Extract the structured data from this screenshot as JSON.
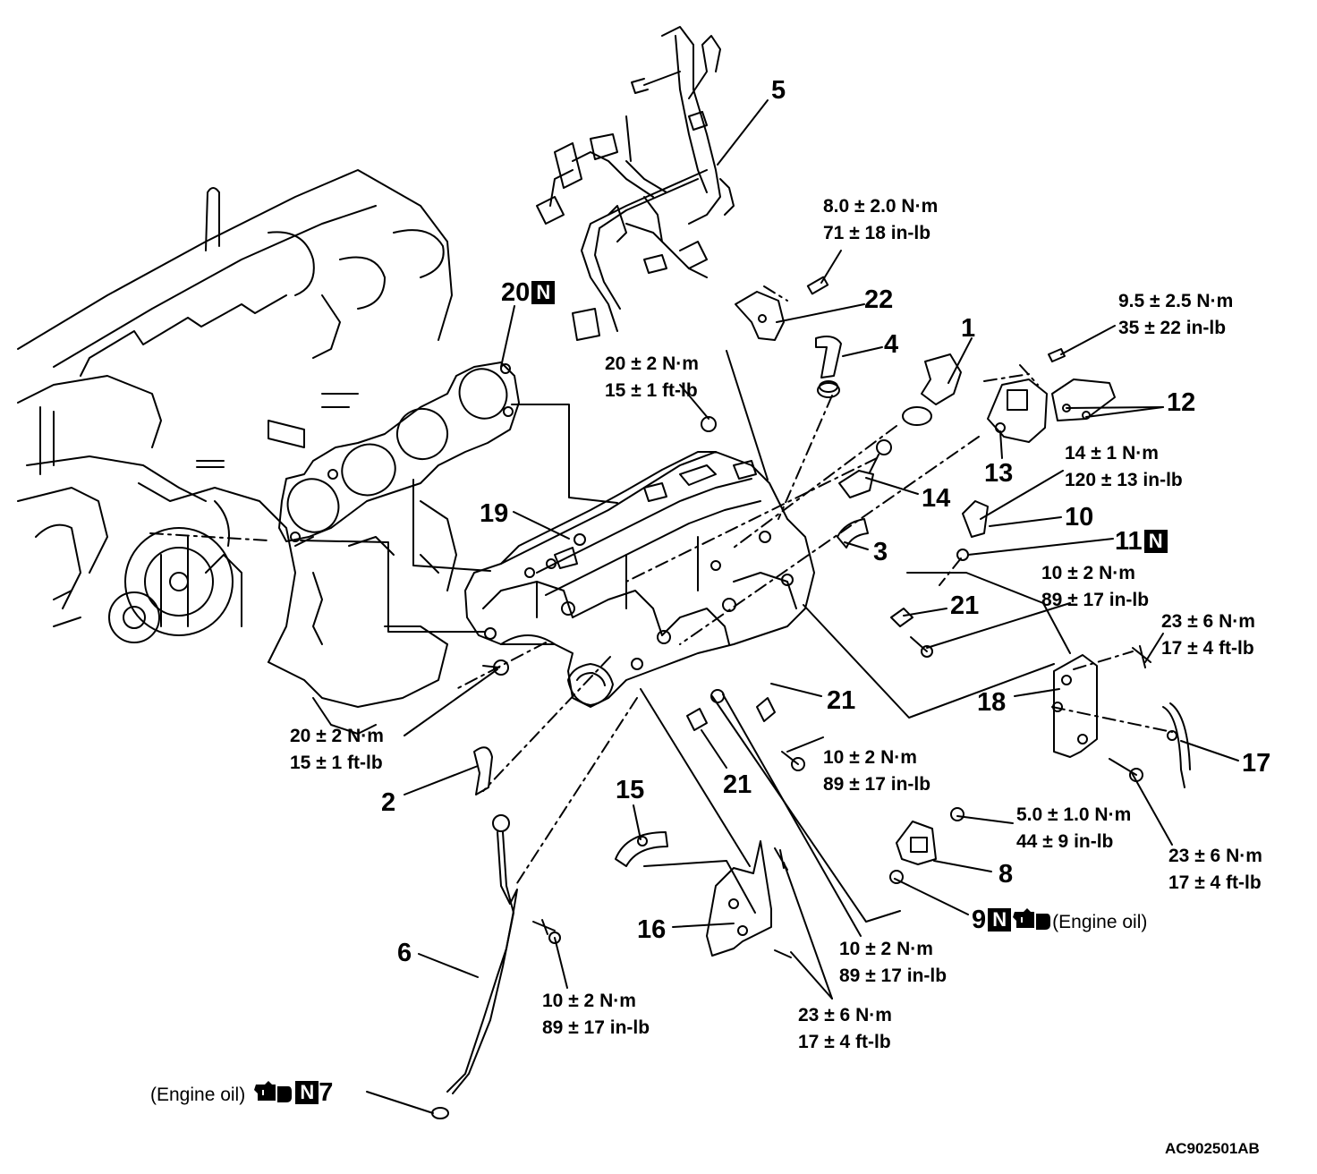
{
  "figure_code": "AC902501AB",
  "new_part_marker": "N",
  "engine_oil_note": "(Engine oil)",
  "part_numbers": {
    "p1": "1",
    "p2": "2",
    "p3": "3",
    "p4": "4",
    "p5": "5",
    "p6": "6",
    "p7": "7",
    "p8": "8",
    "p9": "9",
    "p10": "10",
    "p11": "11",
    "p12": "12",
    "p13": "13",
    "p14": "14",
    "p15": "15",
    "p16": "16",
    "p17": "17",
    "p18": "18",
    "p19": "19",
    "p20": "20",
    "p21": "21",
    "p22": "22"
  },
  "torque_specs": {
    "t8_0": [
      "8.0 ± 2.0 N·m",
      "71 ± 18 in-lb"
    ],
    "t9_5": [
      "9.5 ± 2.5 N·m",
      "35 ± 22 in-lb"
    ],
    "t20_upper": [
      "20 ± 2 N·m",
      "15 ± 1 ft-lb"
    ],
    "t14": [
      "14 ± 1 N·m",
      "120 ± 13 in-lb"
    ],
    "t10_a": [
      "10 ± 2 N·m",
      "89 ± 17 in-lb"
    ],
    "t23_a": [
      "23 ± 6 N·m",
      "17 ± 4 ft-lb"
    ],
    "t20_lower": [
      "20 ± 2 N·m",
      "15 ± 1 ft-lb"
    ],
    "t10_b": [
      "10 ± 2 N·m",
      "89 ± 17 in-lb"
    ],
    "t5_0": [
      "5.0 ± 1.0 N·m",
      "44 ± 9 in-lb"
    ],
    "t23_b": [
      "23 ± 6 N·m",
      "17 ± 4 ft-lb"
    ],
    "t10_c": [
      "10 ± 2 N·m",
      "89 ± 17 in-lb"
    ],
    "t10_d": [
      "10 ± 2 N·m",
      "89 ± 17 in-lb"
    ],
    "t23_c": [
      "23 ± 6 N·m",
      "17 ± 4 ft-lb"
    ]
  }
}
